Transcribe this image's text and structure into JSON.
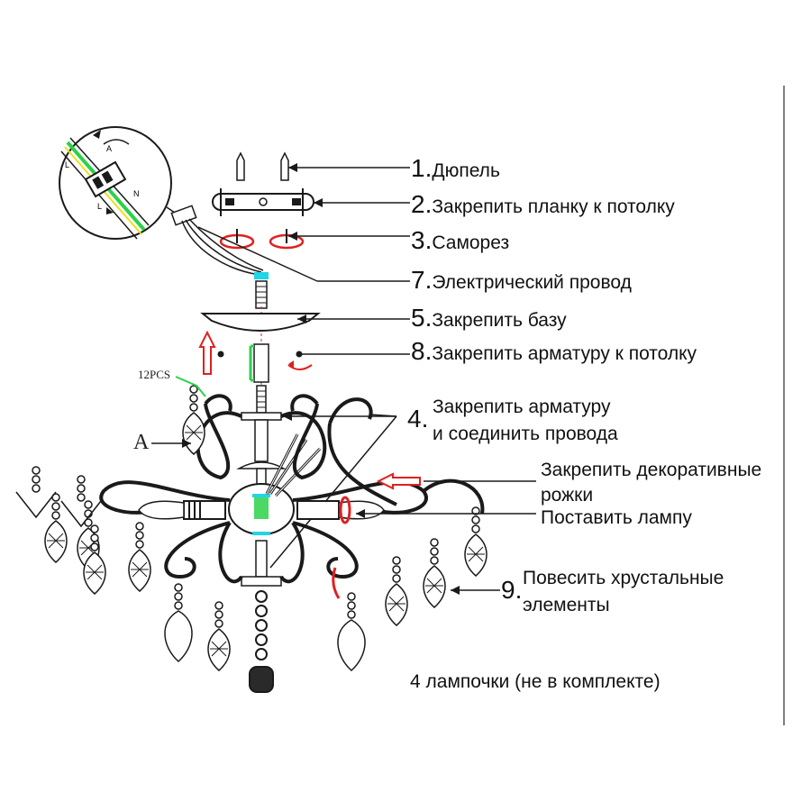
{
  "colors": {
    "line": "#1a1a1a",
    "accent_red": "#e02020",
    "accent_green": "#2bd14a",
    "accent_cyan": "#22d4e6",
    "accent_yellow": "#e8e21b"
  },
  "steps": [
    {
      "num": "1.",
      "text": "Дюпель"
    },
    {
      "num": "2.",
      "text": "Закрепить планку к потолку"
    },
    {
      "num": "3.",
      "text": "Саморез"
    },
    {
      "num": "7.",
      "text": "Электрический провод"
    },
    {
      "num": "5.",
      "text": "Закрепить базу"
    },
    {
      "num": "8.",
      "text": "Закрепить арматуру к потолку"
    },
    {
      "num": "4.",
      "text_line1": "Закрепить арматуру",
      "text_line2": "и соединить провода"
    }
  ],
  "notes": {
    "horns_line1": "Закрепить декоративные",
    "horns_line2": "рожки",
    "lamp": "Поставить лампу",
    "crystals_num": "9.",
    "crystals_line1": "Повесить хрустальные",
    "crystals_line2": "элементы",
    "bulbs": "4 лампочки (не в комплекте)",
    "pcs": "12PCS",
    "callout_a": "A"
  },
  "wire_letters": {
    "l": "L",
    "n": "N",
    "a": "A"
  }
}
